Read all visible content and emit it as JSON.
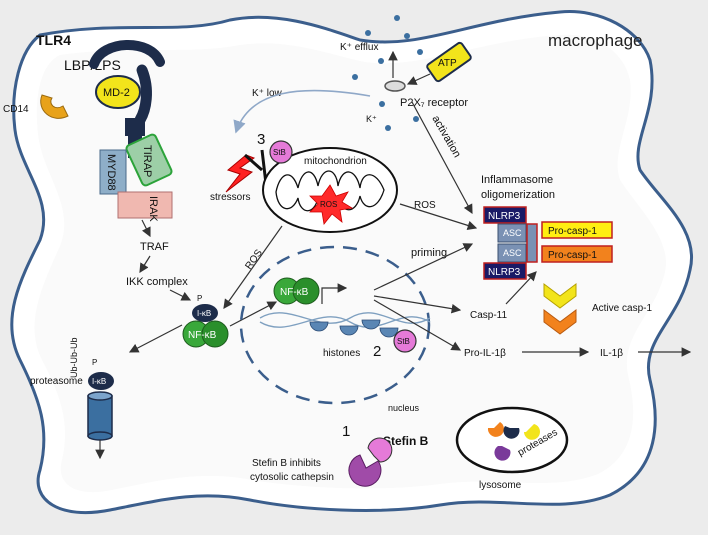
{
  "cell_label": "macrophage",
  "receptor": {
    "tlr4": "TLR4",
    "lbp_lps": "LBP/LPS",
    "cd14": "CD14",
    "md2": "MD-2",
    "tirap": "TIRAP",
    "myd88": "MYD88",
    "irak": "IRAK",
    "traf": "TRAF",
    "ikk": "IKK complex"
  },
  "extracellular": {
    "k_efflux": "K⁺ efflux",
    "atp": "ATP",
    "p2x7": "P2X₇ receptor",
    "k_plus": "K⁺",
    "k_low": "K⁺ low"
  },
  "mitochondrion": {
    "label": "mitochondrion",
    "ros": "ROS",
    "stressors": "stressors",
    "marker": "3",
    "stb": "StB"
  },
  "arrows": {
    "activation": "activation",
    "ros_mito": "ROS",
    "ros_nfkb": "ROS",
    "priming": "priming"
  },
  "nfkb": {
    "p": "P",
    "ikb": "I-κB",
    "nfkb": "NF-κB",
    "ub": "Ub-Ub-Ub",
    "proteasome": "proteasome"
  },
  "nucleus": {
    "label": "nucleus",
    "nfkb": "NF-κB",
    "histones": "histones",
    "marker": "2",
    "stb": "StB"
  },
  "inflammasome": {
    "title_line1": "Inflammasome",
    "title_line2": "oligomerization",
    "nlrp3": "NLRP3",
    "asc": "ASC",
    "procasp": "Pro-casp-1",
    "active": "Active casp-1",
    "casp11": "Casp-11",
    "pro_il": "Pro-IL-1β",
    "il": "IL-1β"
  },
  "stefin": {
    "marker": "1",
    "name": "Stefin B",
    "caption_line1": "Stefin B inhibits",
    "caption_line2": "cytosolic cathepsin"
  },
  "lysosome": {
    "label": "lysosome",
    "proteases": "proteases"
  },
  "colors": {
    "membrane": "#3b5e8c",
    "inner_bg": "#fafafa",
    "md2": "#f2e41b",
    "cd14": "#e8a21a",
    "tlr4": "#1d2c4a",
    "tirap": "#9dcfa7",
    "myd88": "#8eaec8",
    "irak": "#f0b8b0",
    "nfkb": "#39a83a",
    "ikb": "#1d2c4a",
    "stb": "#e57ad8",
    "nlrp3": "#1a1a66",
    "asc": "#7a91b4",
    "procasp_top": "#ffee10",
    "procasp_bottom": "#f2821d",
    "ros": "#ff2a2a",
    "stressors": "#ff2222",
    "stefin": "#a04ba8"
  }
}
